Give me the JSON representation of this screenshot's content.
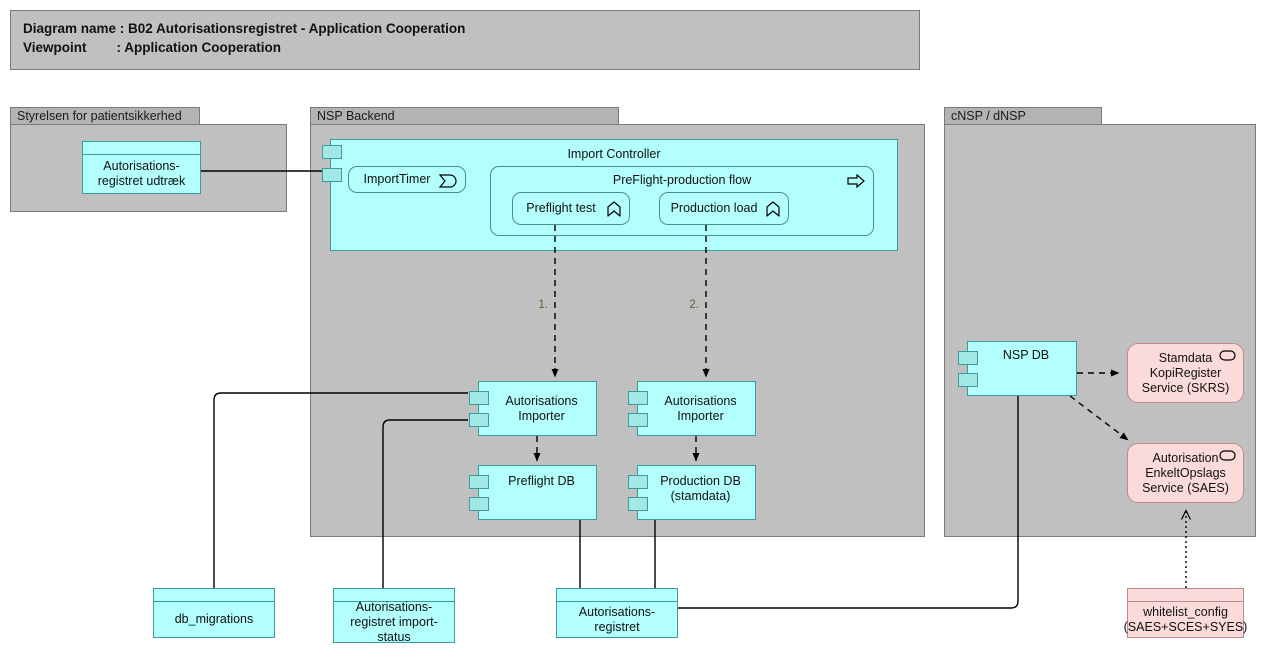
{
  "header": {
    "line1": "Diagram name : B02 Autorisationsregistret - Application Cooperation",
    "line2": "Viewpoint        : Application Cooperation"
  },
  "groups": [
    {
      "id": "styrelsen",
      "label": "Styrelsen for patientsikkerhed"
    },
    {
      "id": "nsp_backend",
      "label": "NSP Backend"
    },
    {
      "id": "cnsp_dnsp",
      "label": "cNSP / dNSP"
    }
  ],
  "nodes": {
    "udtraek": {
      "label": "Autorisations-\nregistret udtræk",
      "type": "data-object",
      "color": "#b3fffd"
    },
    "import_ctrl": {
      "label": "Import Controller",
      "type": "application-component",
      "color": "#b3fffd"
    },
    "import_timer": {
      "label": "ImportTimer",
      "type": "application-event",
      "icon": "application-event-icon"
    },
    "preflight_flow": {
      "label": "PreFlight-production flow",
      "type": "application-process",
      "icon": "application-process-icon"
    },
    "preflight_test": {
      "label": "Preflight test",
      "type": "application-function",
      "icon": "application-function-icon"
    },
    "production_load": {
      "label": "Production load",
      "type": "application-function",
      "icon": "application-function-icon"
    },
    "importer_left": {
      "label": "Autorisations\nImporter",
      "type": "component",
      "color": "#b3fffd"
    },
    "importer_right": {
      "label": "Autorisations\nImporter",
      "type": "component",
      "color": "#b3fffd"
    },
    "preflight_db": {
      "label": "Preflight DB",
      "type": "component",
      "color": "#b3fffd"
    },
    "production_db": {
      "label": "Production DB\n(stamdata)",
      "type": "component",
      "color": "#b3fffd"
    },
    "nsp_db": {
      "label": "NSP DB",
      "type": "component",
      "color": "#b3fffd"
    },
    "skrs": {
      "label": "Stamdata\nKopiRegister\nService (SKRS)",
      "type": "application-service",
      "icon": "application-service-icon",
      "color": "#fbdada"
    },
    "saes": {
      "label": "Autorisation\nEnkeltOpslags\nService (SAES)",
      "type": "application-service",
      "icon": "application-service-icon",
      "color": "#fbdada"
    },
    "db_migrations": {
      "label": "db_migrations",
      "type": "data-object",
      "color": "#b3fffd"
    },
    "import_status": {
      "label": "Autorisations-\nregistret import-\nstatus",
      "type": "data-object",
      "color": "#b3fffd"
    },
    "autoreg": {
      "label": "Autorisations-\nregistret",
      "type": "data-object",
      "color": "#b3fffd"
    },
    "whitelist": {
      "label": "whitelist_config\n(SAES+SCES+SYES)",
      "type": "data-object",
      "color": "#fbdada"
    }
  },
  "edge_labels": {
    "flow_1": "1.",
    "flow_2": "2."
  },
  "colors": {
    "panel_fill": "#c0c0c0",
    "panel_tab": "#b3b3b3",
    "panel_border": "#7a7a7a",
    "component_fill": "#b3fffd",
    "component_border": "#3a9d9b",
    "service_fill": "#fbdada",
    "service_border": "#c08a8a",
    "line": "#000000",
    "label_text": "#6b5a33"
  }
}
